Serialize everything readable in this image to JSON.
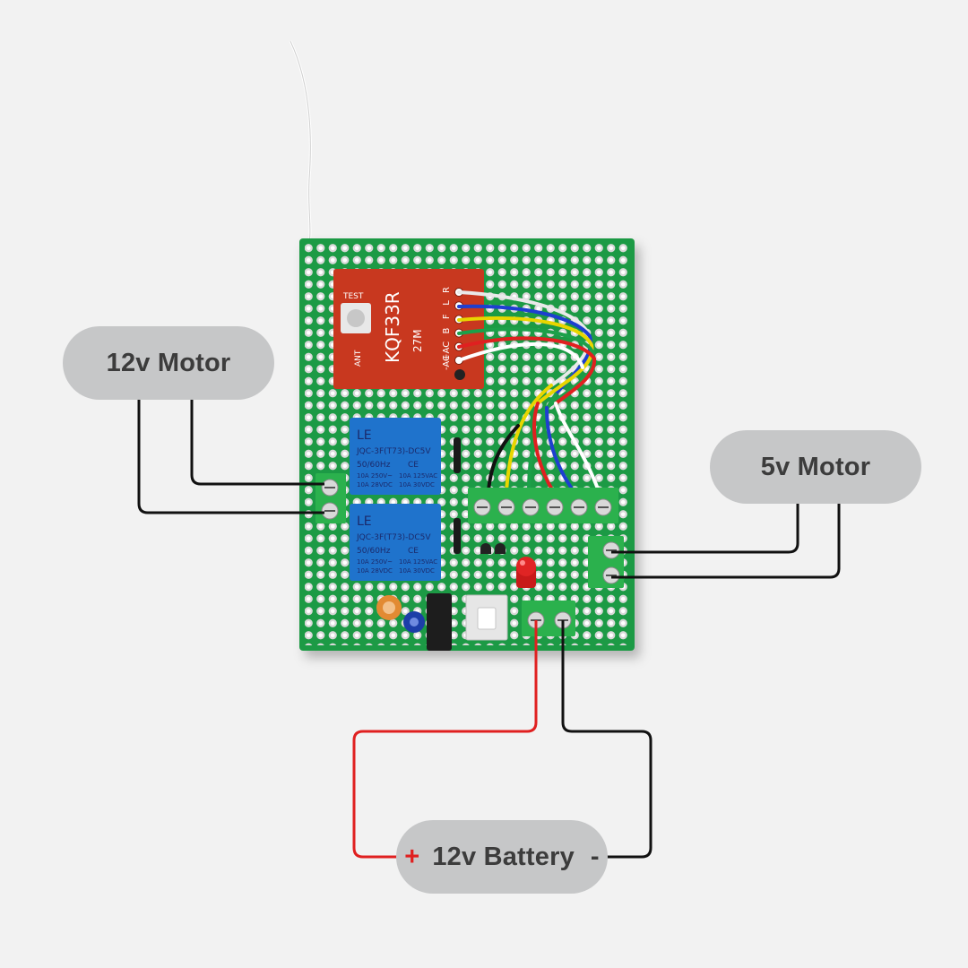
{
  "labels": {
    "motor12": "12v Motor",
    "motor5": "5v Motor",
    "battery": "12v Battery",
    "battery_plus": "+",
    "battery_minus": "-"
  },
  "receiver": {
    "model": "KQF33R",
    "freq": "27M",
    "test": "TEST",
    "ant": "ANT",
    "pins": [
      "R",
      "L",
      "F",
      "B",
      "+AC",
      "-AC"
    ]
  },
  "relay": {
    "brand": "LE",
    "model": "JQC-3F(T73)-DC5V",
    "freq": "50/60Hz",
    "marks": "CE",
    "spec_left": "10A 250V~",
    "spec_left2": "10A 28VDC",
    "spec_right": "10A 125VAC",
    "spec_right2": "10A 30VDC"
  },
  "colors": {
    "background": "#f2f2f2",
    "board": "#1f9a45",
    "receiver": "#c8381f",
    "relay": "#1f73cc",
    "terminal": "#2bb14d",
    "wire_positive": "#e02020",
    "wire_negative": "#111111",
    "pill": "#c6c7c8"
  }
}
